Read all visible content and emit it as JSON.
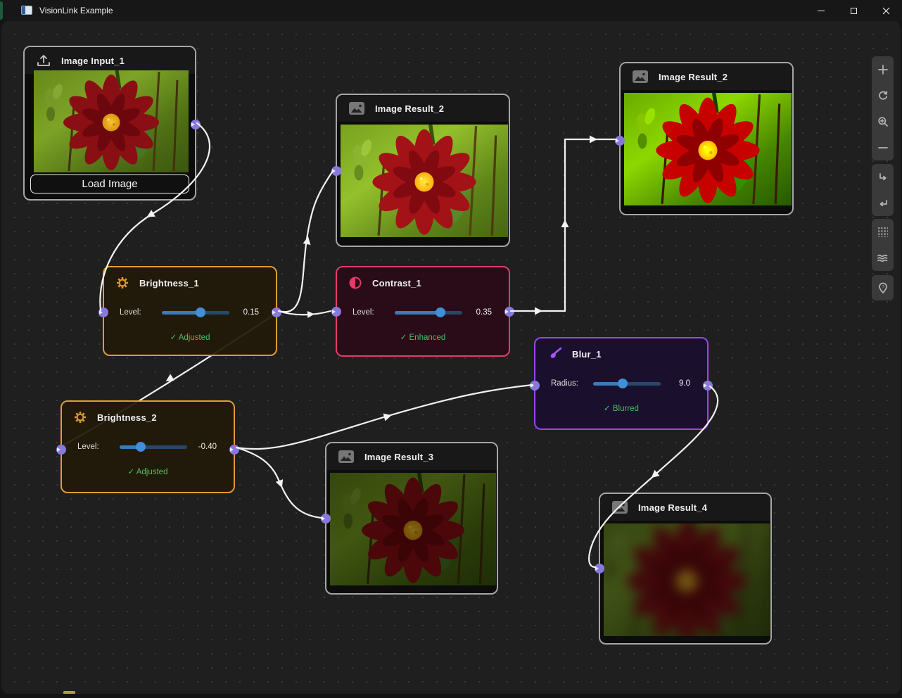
{
  "window": {
    "title": "VisionLink Example",
    "controls": [
      "minimize",
      "maximize",
      "close"
    ]
  },
  "canvas": {
    "background": "#1f1f1f",
    "dot_grid_color": "#3a3a3a",
    "wire_color": "#f2f2f2",
    "port_color": "#8678dd",
    "status_color": "#4dbd63",
    "slider_fill_color": "#3d7ab8",
    "slider_track_color": "#27486b",
    "slider_handle_color": "#3f8fd9"
  },
  "toolbar": {
    "groups": [
      {
        "items": [
          "plus-icon",
          "rotate-cw-icon",
          "zoom-in-icon",
          "minus-icon"
        ]
      },
      {
        "items": [
          "corner-down-right-icon",
          "return-arrow-icon"
        ]
      },
      {
        "items": [
          "pixel-grid-icon",
          "waves-icon"
        ]
      },
      {
        "items": [
          "pin-question-icon"
        ]
      }
    ]
  },
  "nodes": [
    {
      "title": "Image Input_1",
      "type": "image-input",
      "icon": "upload-icon",
      "border_color": "#a6a6a6",
      "button_label": "Load Image",
      "preview": "dahlia-photo"
    },
    {
      "title": "Image Result_2",
      "type": "image-result",
      "position_hint": "center",
      "icon": "image-icon",
      "border_color": "#a6a6a6",
      "preview": "dahlia-brightened"
    },
    {
      "title": "Image Result_2",
      "type": "image-result",
      "position_hint": "upper-right",
      "icon": "image-icon",
      "border_color": "#a6a6a6",
      "preview": "dahlia-contrast-enhanced"
    },
    {
      "title": "Brightness_1",
      "type": "brightness",
      "icon": "gear-icon",
      "border_color": "#e09c2f",
      "param_label": "Level:",
      "param_value": "0.15",
      "slider_pct": 57,
      "status": "✓ Adjusted"
    },
    {
      "title": "Contrast_1",
      "type": "contrast",
      "icon": "contrast-icon",
      "border_color": "#e23b69",
      "param_label": "Level:",
      "param_value": "0.35",
      "slider_pct": 68,
      "status": "✓ Enhanced"
    },
    {
      "title": "Blur_1",
      "type": "blur",
      "icon": "brush-icon",
      "border_color": "#9b45f0",
      "param_label": "Radius:",
      "param_value": "9.0",
      "slider_pct": 44,
      "status": "✓ Blurred"
    },
    {
      "title": "Brightness_2",
      "type": "brightness",
      "icon": "gear-icon",
      "border_color": "#e09c2f",
      "param_label": "Level:",
      "param_value": "-0.40",
      "slider_pct": 31,
      "status": "✓ Adjusted"
    },
    {
      "title": "Image Result_3",
      "type": "image-result",
      "icon": "image-icon",
      "border_color": "#a6a6a6",
      "preview": "dahlia-darkened"
    },
    {
      "title": "Image Result_4",
      "type": "image-result",
      "icon": "image-icon",
      "border_color": "#a6a6a6",
      "preview": "dahlia-dark-blurred"
    }
  ],
  "edges": [
    {
      "from": "Image Input_1",
      "to": "Brightness_1",
      "style": "curved"
    },
    {
      "from": "Brightness_1",
      "to": "Image Result_2 (center)",
      "style": "curved"
    },
    {
      "from": "Brightness_1",
      "to": "Contrast_1",
      "style": "curved"
    },
    {
      "from": "Contrast_1",
      "to": "Image Result_2 (upper-right)",
      "style": "orthogonal"
    },
    {
      "from": "Brightness_1",
      "to": "Brightness_2",
      "style": "straight"
    },
    {
      "from": "Brightness_2",
      "to": "Blur_1",
      "style": "curved"
    },
    {
      "from": "Brightness_2",
      "to": "Image Result_3",
      "style": "curved"
    },
    {
      "from": "Blur_1",
      "to": "Image Result_4",
      "style": "curved"
    }
  ]
}
